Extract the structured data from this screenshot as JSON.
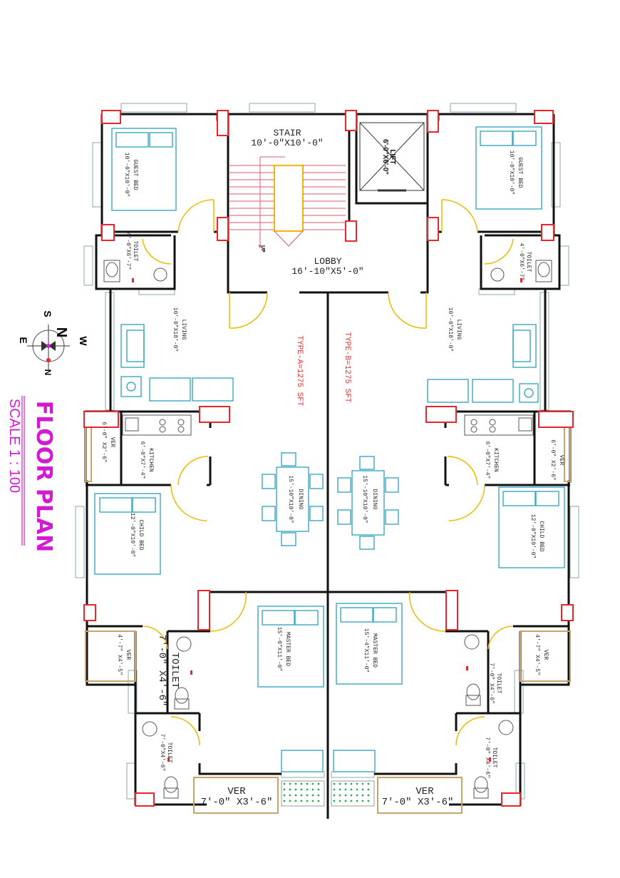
{
  "title": "FLOOR PLAN",
  "scale": "SCALE 1 : 100",
  "compass": {
    "s": "S",
    "n": "N",
    "e": "E",
    "w": "W",
    "n2": "N"
  },
  "colors": {
    "wall": "#111111",
    "column": "#e8262b",
    "door": "#f2b800",
    "furniture": "#3aa8c4",
    "stair": "#e05a6a",
    "title": "#d21ad2",
    "type_label": "#e03030",
    "planter": "#2fa84f"
  },
  "rooms": {
    "stair": {
      "name": "STAIR",
      "size": "10'-0\"X10'-0\""
    },
    "lift": {
      "name": "LIFT",
      "size": "6'-0\"X6'-0\""
    },
    "lobby": {
      "name": "LOBBY",
      "size": "16'-10\"X5'-0\""
    },
    "type_a": "TYPE-A=1275 SFT",
    "type_b": "TYPE-B=1275 SFT",
    "up": "UP",
    "left": {
      "guest_bed": {
        "name": "GUEST BED",
        "size": "10'-0\"X10'-0\""
      },
      "toilet1": {
        "name": "TOILET",
        "size": "4'-0\"X6'-7\""
      },
      "living": {
        "name": "LIVING",
        "size": "10'-0\"X18'-0\""
      },
      "ver1": {
        "name": "VER",
        "size": "6'-0\" X2'-6\""
      },
      "kitchen": {
        "name": "KITCHEN",
        "size": "6'-0\"X7'-4\""
      },
      "dining": {
        "name": "DINING",
        "size": "15'-10\"X10'-0\""
      },
      "child_bed": {
        "name": "CHILD BED",
        "size": "12'-0\"X10'-0\""
      },
      "ver2": {
        "name": "VER",
        "size": "4'-7\" X4'-5\""
      },
      "toilet2": {
        "name": "TOILET",
        "size": "7'-0\" X4'-6\""
      },
      "master_bed": {
        "name": "MASTER BED",
        "size": "15'-0\"X11'-0\""
      },
      "toilet3": {
        "name": "TOILET",
        "size": "7'-0\"X4'-6\""
      },
      "ver3": {
        "name": "VER",
        "size": "7'-0\" X3'-6\""
      }
    },
    "right": {
      "guest_bed": {
        "name": "GUEST BED",
        "size": "10'-0\"X10'-0\""
      },
      "toilet1": {
        "name": "TOILET",
        "size": "4'-0\"X6'-7\""
      },
      "living": {
        "name": "LIVING",
        "size": "10'-0\"X18'-0\""
      },
      "ver1": {
        "name": "VER",
        "size": "6'-0\" X2'-6\""
      },
      "kitchen": {
        "name": "KITCHEN",
        "size": "6'-0\"X7'-4\""
      },
      "dining": {
        "name": "DINING",
        "size": "15'-10\"X10'-0\""
      },
      "child_bed": {
        "name": "CHILD BED",
        "size": "12'-0\"X10'-0\""
      },
      "ver2": {
        "name": "VER",
        "size": "4'-7\" X4'-5\""
      },
      "toilet2": {
        "name": "TOILET",
        "size": "7'-0\" X4'-6\""
      },
      "master_bed": {
        "name": "MASTER BED",
        "size": "15'-4\"X11'-0\""
      },
      "toilet3": {
        "name": "TOILET",
        "size": "7'-0\" X4'-6\""
      },
      "ver3": {
        "name": "VER",
        "size": "7'-0\" X3'-6\""
      }
    }
  }
}
